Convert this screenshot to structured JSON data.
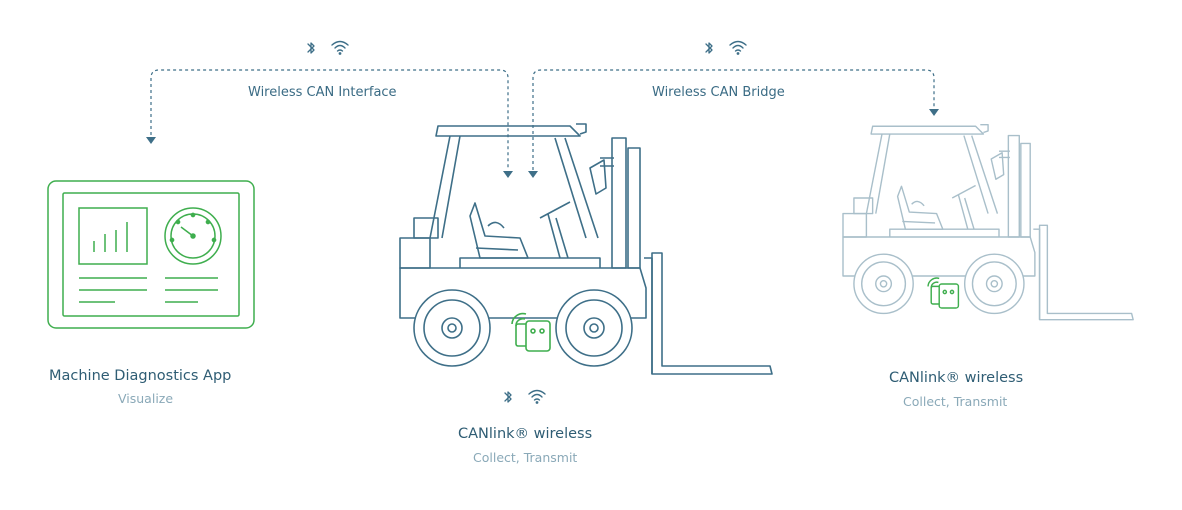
{
  "links": {
    "left_label": "Wireless CAN Interface",
    "right_label": "Wireless CAN  Bridge"
  },
  "nodes": {
    "app": {
      "title": "Machine Diagnostics App",
      "subtitle": "Visualize"
    },
    "device_main": {
      "title": "CANlink® wireless",
      "subtitle": "Collect, Transmit"
    },
    "device_remote": {
      "title": "CANlink® wireless",
      "subtitle": "Collect, Transmit"
    }
  },
  "icons": [
    "bluetooth-icon",
    "wifi-icon",
    "tablet-icon",
    "forklift-icon",
    "canlink-device-icon"
  ],
  "colors": {
    "line": "#3e6f88",
    "line_faded": "#a9bfca",
    "accent_green": "#3fae4e"
  }
}
